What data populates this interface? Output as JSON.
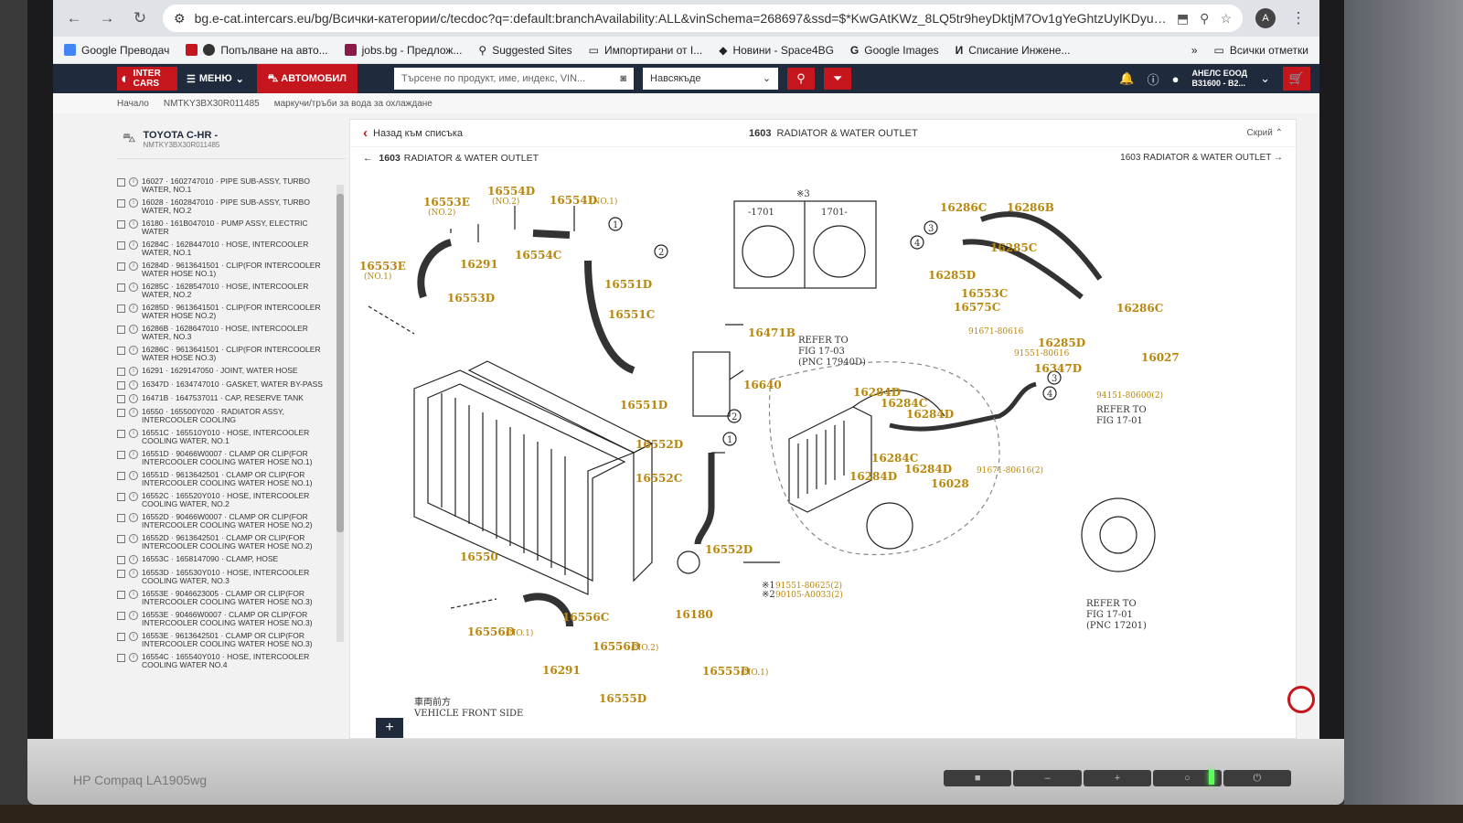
{
  "browser": {
    "url": "bg.e-cat.intercars.eu/bg/Всички-категории/c/tecdoc?q=:default:branchAvailability:ALL&vinSchema=268697&ssd=$*KwGAtKWz_8LQ5tr9heyDktjM7Ov1gYeGhtzUylKDyurCwM...",
    "bookmarks": [
      "Google Преводач",
      "Попълване на авто...",
      "jobs.bg - Предлож...",
      "Suggested Sites",
      "Импортирани от I...",
      "Новини - Space4BG",
      "Google Images",
      "Списание Инжене..."
    ],
    "all_bookmarks": "Всички отметки",
    "profile_initial": "A"
  },
  "app": {
    "logo": [
      "INTER",
      "CARS"
    ],
    "menu": "МЕНЮ",
    "auto": "АВТОМОБИЛ",
    "search_placeholder": "Търсене по продукт, име, индекс, VIN...",
    "scope": "Навсякъде",
    "account_name": "АНЕЛС ЕООД",
    "account_id": "B31600 - B2..."
  },
  "breadcrumb": [
    "Начало",
    "NMTKY3BX30R011485",
    "маркучи/тръби за вода за охлаждане"
  ],
  "vehicle": {
    "name": "TOYOTA C-HR -",
    "vin": "NMTKY3BX30R011485"
  },
  "parts": [
    {
      "text": "16027 · 1602747010 · PIPE SUB-ASSY, TURBO WATER, NO.1"
    },
    {
      "text": "16028 · 1602847010 · PIPE SUB-ASSY, TURBO WATER, NO.2"
    },
    {
      "text": "16180 · 161B047010 · PUMP ASSY, ELECTRIC WATER"
    },
    {
      "text": "16284C · 1628447010 · HOSE, INTERCOOLER WATER, NO.1"
    },
    {
      "text": "16284D · 9613641501 · CLIP(FOR INTERCOOLER WATER HOSE NO.1)"
    },
    {
      "text": "16285C · 1628547010 · HOSE, INTERCOOLER WATER, NO.2"
    },
    {
      "text": "16285D · 9613641501 · CLIP(FOR INTERCOOLER WATER HOSE NO.2)"
    },
    {
      "text": "16286B · 1628647010 · HOSE, INTERCOOLER WATER, NO.3"
    },
    {
      "text": "16286C · 9613641501 · CLIP(FOR INTERCOOLER WATER HOSE NO.3)"
    },
    {
      "text": "16291 · 1629147050 · JOINT, WATER HOSE"
    },
    {
      "text": "16347D · 1634747010 · GASKET, WATER BY-PASS"
    },
    {
      "text": "16471B · 1647537011 · CAP, RESERVE TANK"
    },
    {
      "text": "16550 · 165500Y020 · RADIATOR ASSY, INTERCOOLER COOLING"
    },
    {
      "text": "16551C · 165510Y010 · HOSE, INTERCOOLER COOLING WATER, NO.1"
    },
    {
      "text": "16551D · 90466W0007 · CLAMP OR CLIP(FOR INTERCOOLER COOLING WATER HOSE NO.1)"
    },
    {
      "text": "16551D · 9613642501 · CLAMP OR CLIP(FOR INTERCOOLER COOLING WATER HOSE NO.1)"
    },
    {
      "text": "16552C · 165520Y010 · HOSE, INTERCOOLER COOLING WATER, NO.2"
    },
    {
      "text": "16552D · 90466W0007 · CLAMP OR CLIP(FOR INTERCOOLER COOLING WATER HOSE NO.2)"
    },
    {
      "text": "16552D · 9613642501 · CLAMP OR CLIP(FOR INTERCOOLER COOLING WATER HOSE NO.2)"
    },
    {
      "text": "16553C · 1658147090 · CLAMP, HOSE"
    },
    {
      "text": "16553D · 165530Y010 · HOSE, INTERCOOLER COOLING WATER, NO.3"
    },
    {
      "text": "16553E · 9046623005 · CLAMP OR CLIP(FOR INTERCOOLER COOLING WATER HOSE NO.3)"
    },
    {
      "text": "16553E · 90466W0007 · CLAMP OR CLIP(FOR INTERCOOLER COOLING WATER HOSE NO.3)"
    },
    {
      "text": "16553E · 9613642501 · CLAMP OR CLIP(FOR INTERCOOLER COOLING WATER HOSE NO.3)"
    },
    {
      "text": "16554C · 165540Y010 · HOSE, INTERCOOLER COOLING WATER NO.4"
    }
  ],
  "panel": {
    "back": "Назад към списъка",
    "code": "1603",
    "title": "RADIATOR & WATER OUTLET",
    "hide": "Скрий",
    "sub_left_code": "1603",
    "sub_left_title": "RADIATOR & WATER OUTLET",
    "sub_right": "1603 RADIATOR & WATER OUTLET"
  },
  "diagram": {
    "labels": [
      "16553E",
      "(NO.2)",
      "16554D",
      "(NO.2)",
      "16554D",
      "(NO.1)",
      "16553E",
      "(NO.1)",
      "16291",
      "16554C",
      "16553D",
      "16551D",
      "16551C",
      "16471B",
      "16640",
      "16551D",
      "16552D",
      "16552C",
      "16550",
      "16552D",
      "16180",
      "16556C",
      "16556D",
      "(NO.1)",
      "16556D",
      "(NO.2)",
      "16291",
      "16555D",
      "16555D",
      "(NO.1)",
      "16286C",
      "16286B",
      "16285C",
      "16285D",
      "16553C",
      "16575C",
      "91671-80616",
      "16285D",
      "91551-80616",
      "16347D",
      "16027",
      "16286C",
      "16284D",
      "16284C",
      "16284D",
      "16284C",
      "16284D",
      "16284D",
      "16028",
      "91671-80616(2)",
      "94151-80600(2)",
      "91551-80625(2)",
      "90105-A0033(2)"
    ],
    "refer1": [
      "REFER TO",
      "FIG 17-03",
      "(PNC 17940D)"
    ],
    "refer2": [
      "REFER TO",
      "FIG 17-01"
    ],
    "refer3": [
      "REFER TO",
      "FIG 17-01",
      "(PNC 17201)"
    ],
    "inset_label": "※3",
    "inset_left": "-1701",
    "inset_right": "1701-",
    "note1": "※1",
    "note2": "※2",
    "vehicle_front": "VEHICLE FRONT SIDE",
    "vehicle_front_cn": "車両前方",
    "callouts": [
      "1",
      "2",
      "3",
      "4"
    ]
  },
  "monitor": {
    "brand": "HP Compaq LA1905wg"
  }
}
